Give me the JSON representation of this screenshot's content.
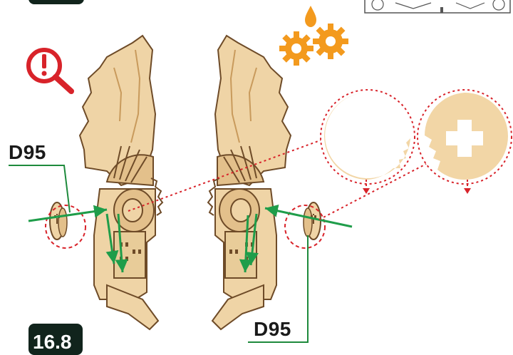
{
  "step": {
    "number": "16.8"
  },
  "callouts": [
    {
      "label": "D95"
    },
    {
      "label": "D95"
    }
  ],
  "icons": {
    "warning": "magnifier-exclamation-icon",
    "lubricate": "oil-drop-gears-icon"
  },
  "colors": {
    "wood": "#efd4a6",
    "wood_edge": "#c89a5c",
    "wood_dark": "#6e4b28",
    "arrow": "#1f9d4a",
    "line_green": "#1e8a3c",
    "dotted_red": "#d8232a",
    "warning_red": "#d8232a",
    "gear_orange": "#f39a1e",
    "badge_bg": "#11241c"
  }
}
